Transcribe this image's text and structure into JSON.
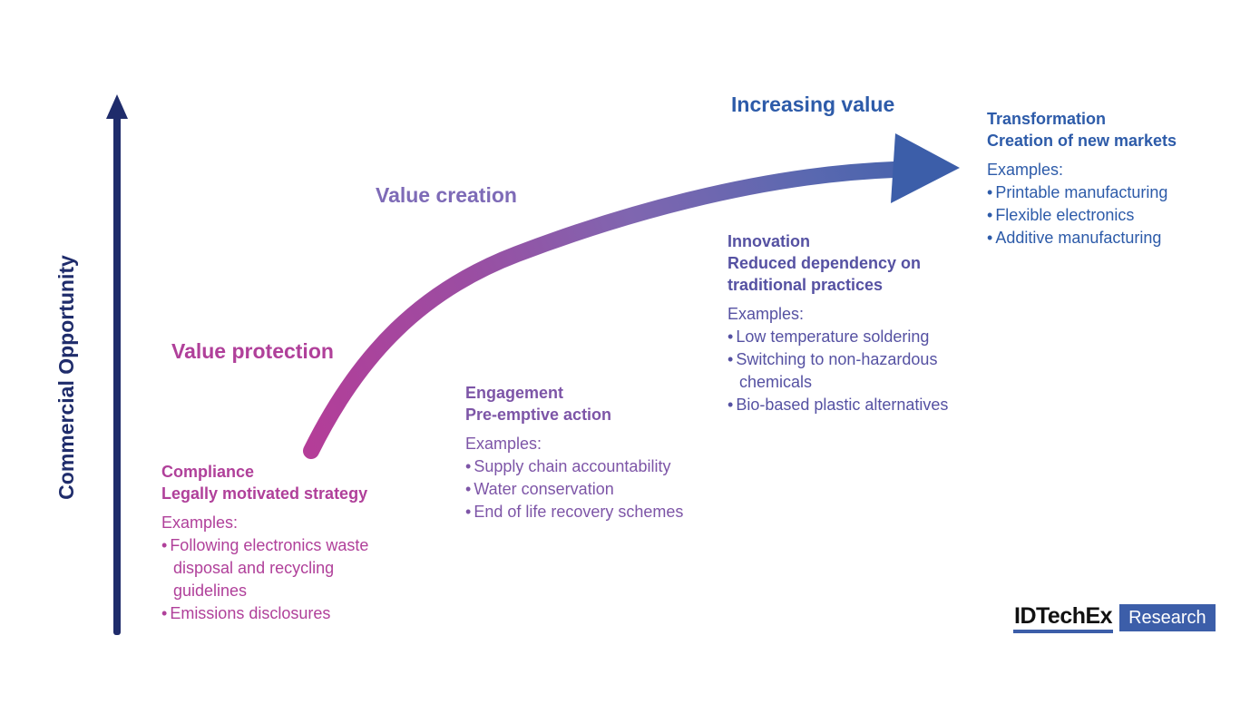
{
  "y_axis": {
    "label": "Commercial Opportunity"
  },
  "curve_labels": {
    "value_protection": "Value protection",
    "value_creation": "Value creation",
    "increasing_value": "Increasing value"
  },
  "stages": [
    {
      "name": "Compliance",
      "subtitle": "Legally motivated strategy",
      "examples_label": "Examples:",
      "examples": [
        "Following electronics waste disposal and recycling guidelines",
        "Emissions disclosures"
      ],
      "color": "#b0409a"
    },
    {
      "name": "Engagement",
      "subtitle": "Pre-emptive action",
      "examples_label": "Examples:",
      "examples": [
        "Supply chain accountability",
        "Water conservation",
        "End of life recovery schemes"
      ],
      "color": "#7d55a7"
    },
    {
      "name": "Innovation",
      "subtitle": "Reduced dependency on traditional practices",
      "examples_label": "Examples:",
      "examples": [
        "Low temperature soldering",
        "Switching to non-hazardous chemicals",
        "Bio-based plastic alternatives"
      ],
      "color": "#5551a2"
    },
    {
      "name": "Transformation",
      "subtitle": "Creation of new markets",
      "examples_label": "Examples:",
      "examples": [
        "Printable manufacturing",
        "Flexible electronics",
        "Additive manufacturing"
      ],
      "color": "#2d5ba9"
    }
  ],
  "colors": {
    "axis_navy": "#1f2c6b",
    "curve_start_magenta": "#b43d98",
    "curve_mid_purple": "#7f66b0",
    "curve_end_blue": "#3f61aa",
    "arrowhead_blue": "#3c5ea9",
    "logo_blue": "#3c5ea9"
  },
  "logo": {
    "brand": "IDTechEx",
    "suffix": "Research"
  }
}
